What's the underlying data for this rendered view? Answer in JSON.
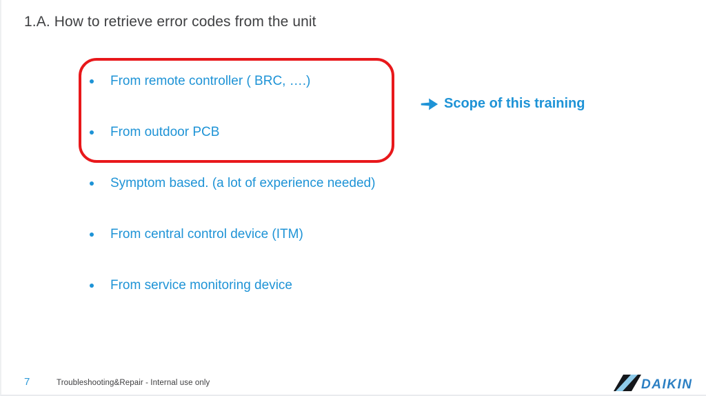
{
  "slide": {
    "title": "1.A. How to retrieve error codes from the unit",
    "bullets": [
      "From remote controller ( BRC, ….)",
      "From outdoor PCB",
      "Symptom based. (a lot of experience needed)",
      "From central control device (ITM)",
      "From service monitoring device"
    ],
    "highlight_box": {
      "purpose": "highlights first two bullets",
      "color": "#e8181b"
    },
    "callout": {
      "icon": "arrow-right-icon",
      "label": "Scope of this training"
    },
    "footer": {
      "page_number": "7",
      "text": "Troubleshooting&Repair - Internal use only"
    },
    "logo": {
      "text": "DAIKIN"
    },
    "colors": {
      "accent_blue": "#1e93d6",
      "highlight_red": "#e8181b",
      "title_gray": "#3f4042",
      "footer_gray": "#3e3e40",
      "logo_blue": "#2b7fc3",
      "logo_stripe": "#8fcbea",
      "logo_dark": "#15171b"
    }
  }
}
